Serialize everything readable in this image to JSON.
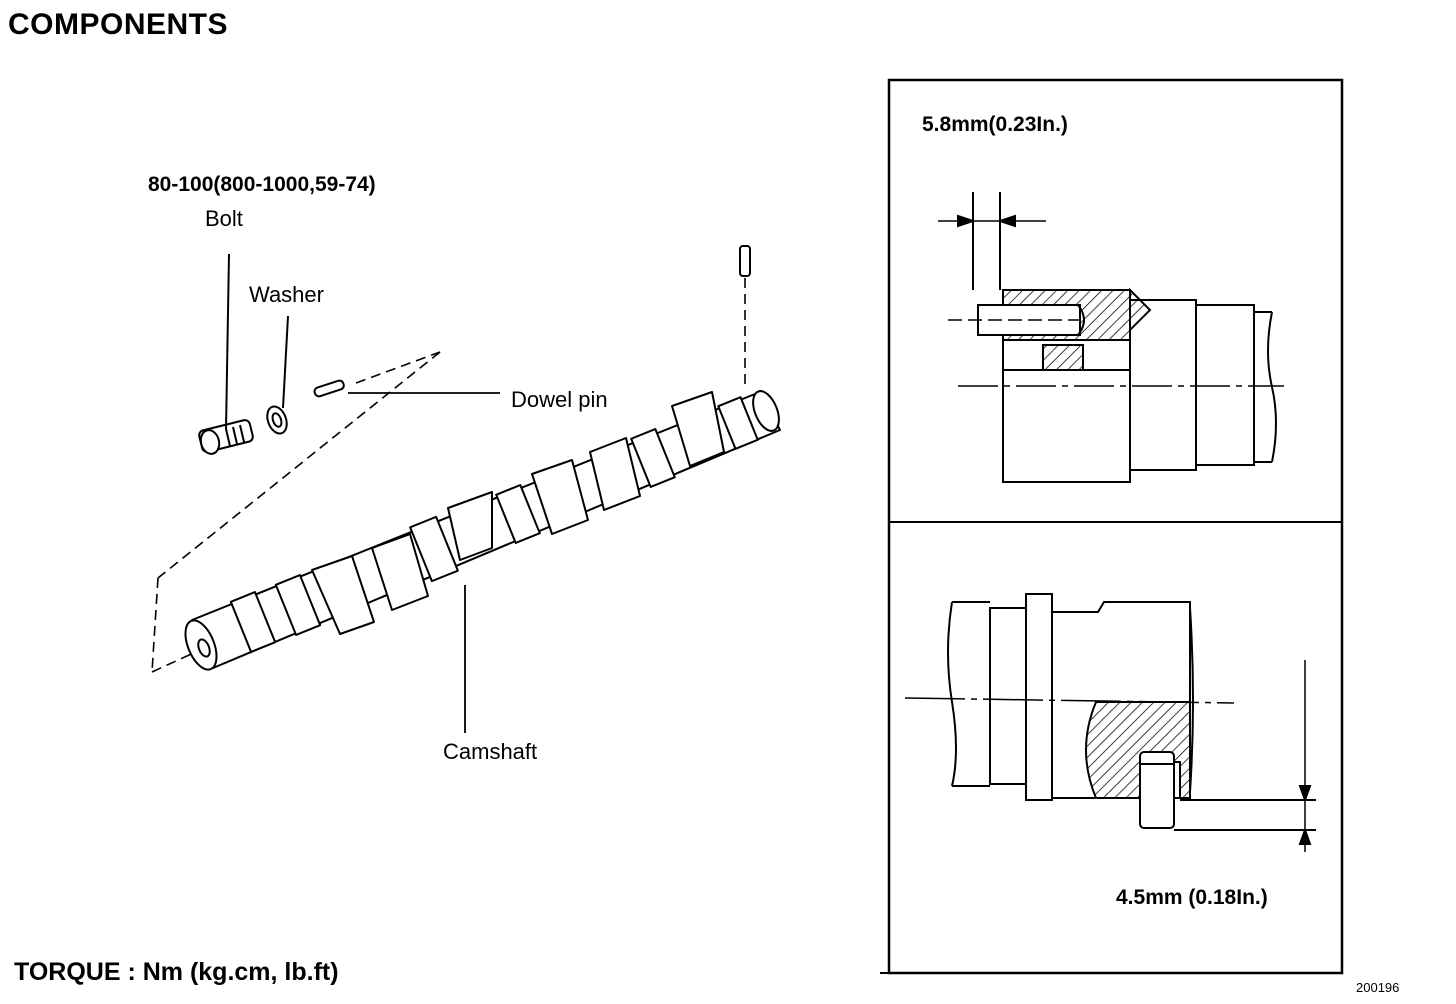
{
  "title": "COMPONENTS",
  "torque_spec": "80-100(800-1000,59-74)",
  "labels": {
    "bolt": "Bolt",
    "washer": "Washer",
    "dowel_pin": "Dowel pin",
    "camshaft": "Camshaft"
  },
  "details": {
    "top_dimension": "5.8mm(0.23In.)",
    "bottom_dimension": "4.5mm (0.18In.)"
  },
  "torque_unit": "TORQUE : Nm (kg.cm, lb.ft)",
  "figure_id": "200196"
}
